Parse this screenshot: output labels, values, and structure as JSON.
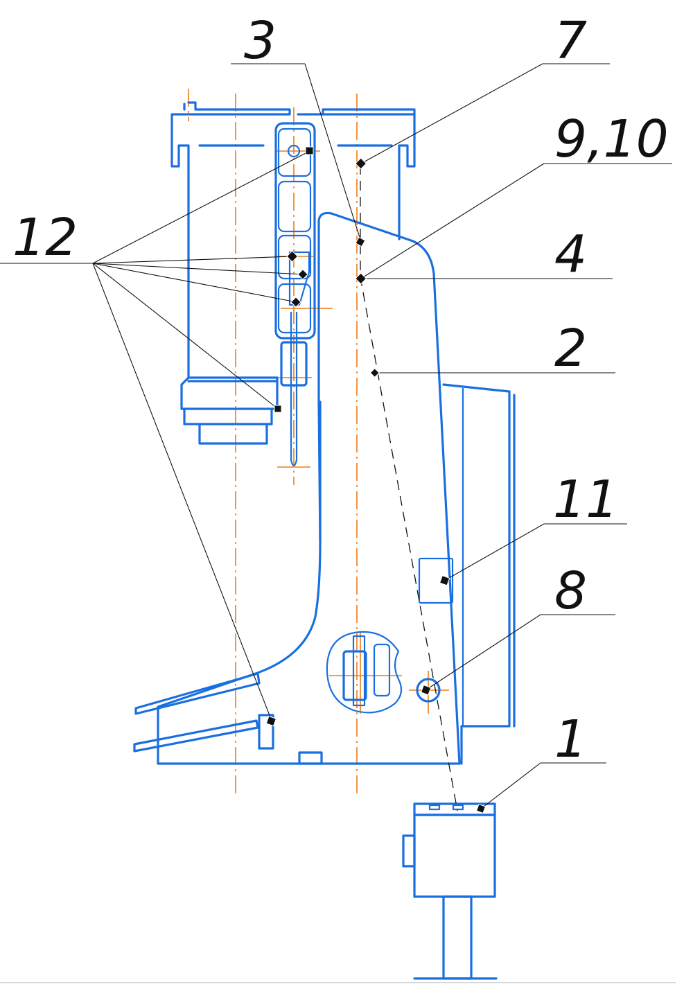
{
  "callouts": {
    "c1": "1",
    "c2": "2",
    "c3": "3",
    "c4": "4",
    "c7": "7",
    "c8": "8",
    "c9_10": "9,10",
    "c11": "11",
    "c12": "12"
  },
  "colors": {
    "part_lines": "#1a6fe0",
    "center_lines": "#f07a14",
    "leader_lines": "#111111",
    "background": "#ffffff"
  }
}
